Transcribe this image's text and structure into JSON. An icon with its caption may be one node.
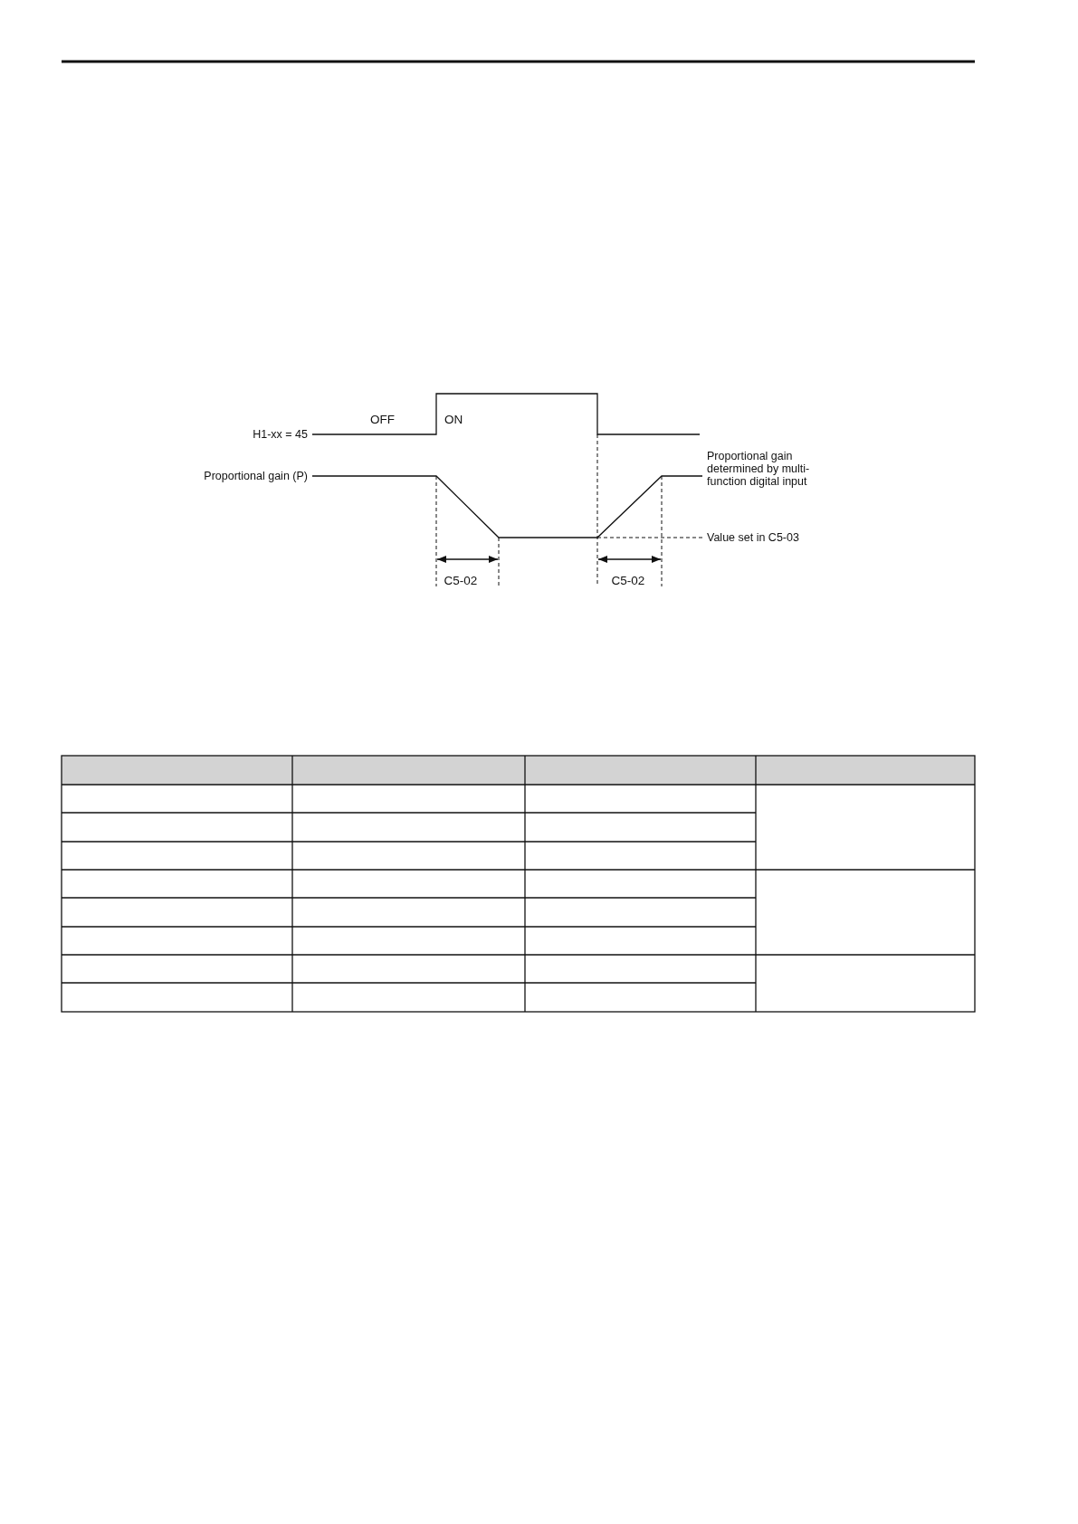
{
  "diagram": {
    "labels": [
      "OFF",
      "ON",
      "H1-xx = 45",
      "Proportional gain determined by multi-function digital input",
      "Proportional gain (P)",
      "Value set in C5-03",
      "C5-02",
      "C5-02"
    ]
  }
}
